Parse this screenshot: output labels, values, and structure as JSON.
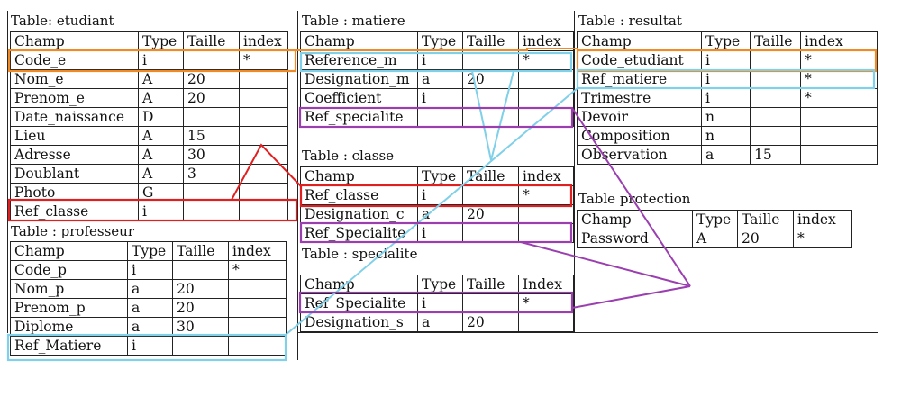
{
  "headers": [
    "Champ",
    "Type",
    "Taille",
    "index"
  ],
  "headers_cap": [
    "Champ",
    "Type",
    "Taille",
    "Index"
  ],
  "tables": {
    "etudiant": {
      "caption": "Table: etudiant",
      "rows": [
        [
          "Code_e",
          "i",
          "",
          "*"
        ],
        [
          "Nom_e",
          "A",
          "20",
          ""
        ],
        [
          "Prenom_e",
          "A",
          "20",
          ""
        ],
        [
          "Date_naissance",
          "D",
          "",
          ""
        ],
        [
          "Lieu",
          "A",
          "15",
          ""
        ],
        [
          "Adresse",
          "A",
          "30",
          ""
        ],
        [
          "Doublant",
          "A",
          "3",
          ""
        ],
        [
          "Photo",
          "G",
          "",
          ""
        ],
        [
          "Ref_classe",
          "i",
          "",
          ""
        ]
      ]
    },
    "professeur": {
      "caption": "Table : professeur",
      "rows": [
        [
          "Code_p",
          "i",
          "",
          "*"
        ],
        [
          "Nom_p",
          "a",
          "20",
          ""
        ],
        [
          "Prenom_p",
          "a",
          "20",
          ""
        ],
        [
          "Diplome",
          "a",
          "30",
          ""
        ],
        [
          "Ref_Matiere",
          "i",
          "",
          ""
        ]
      ]
    },
    "matiere": {
      "caption": "Table : matiere",
      "rows": [
        [
          "Reference_m",
          "i",
          "",
          "*"
        ],
        [
          "Designation_m",
          "a",
          "20",
          ""
        ],
        [
          "Coefficient",
          "i",
          "",
          ""
        ],
        [
          "Ref_specialite",
          "",
          "",
          ""
        ]
      ]
    },
    "classe": {
      "caption": "Table : classe",
      "rows": [
        [
          "Ref_classe",
          "i",
          "",
          "*"
        ],
        [
          "Designation_c",
          "a",
          "20",
          ""
        ],
        [
          "Ref_Specialite",
          "i",
          "",
          ""
        ]
      ]
    },
    "specialite": {
      "caption": "Table : specialite",
      "rows": [
        [
          "Ref_Specialite",
          "i",
          "",
          "*"
        ],
        [
          "Designation_s",
          "a",
          "20",
          ""
        ]
      ]
    },
    "resultat": {
      "caption": "Table : resultat",
      "rows": [
        [
          "Code_etudiant",
          "i",
          "",
          "*"
        ],
        [
          "Ref_matiere",
          "i",
          "",
          "*"
        ],
        [
          "Trimestre",
          "i",
          "",
          "*"
        ],
        [
          "Devoir",
          "n",
          "",
          ""
        ],
        [
          "Composition",
          "n",
          "",
          ""
        ],
        [
          "Observation",
          "a",
          "15",
          ""
        ]
      ]
    },
    "protection": {
      "caption": "Table protection",
      "rows": [
        [
          "Password",
          "A",
          "20",
          "*"
        ]
      ]
    }
  },
  "colors": {
    "orange": "#f08a24",
    "red": "#e02020",
    "cyan": "#7fd0e8",
    "purple": "#9b3fb0"
  }
}
